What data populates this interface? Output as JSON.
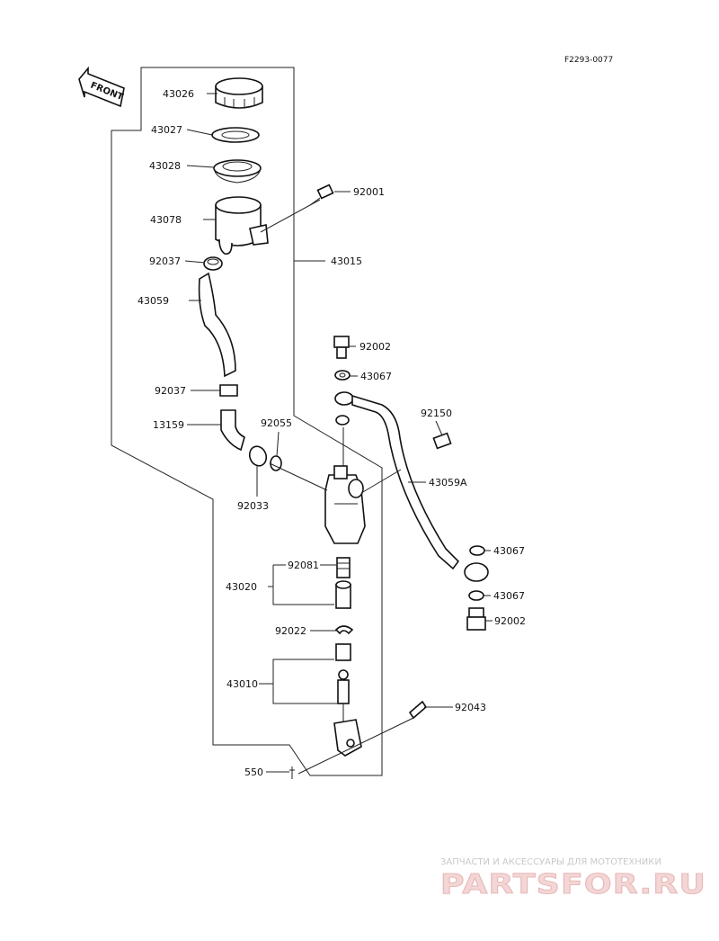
{
  "figure_code": "F2293-0077",
  "front_label": "FRONT",
  "parts": {
    "p43026": "43026",
    "p43027": "43027",
    "p43028": "43028",
    "p43078": "43078",
    "p92037_top": "92037",
    "p43059": "43059",
    "p92037_bottom": "92037",
    "p13159": "13159",
    "p92001": "92001",
    "p43015": "43015",
    "p92002_top": "92002",
    "p43067_top": "43067",
    "p92150": "92150",
    "p43059A": "43059A",
    "p92055": "92055",
    "p92033": "92033",
    "p43067_mid": "43067",
    "p43067_low": "43067",
    "p92002_low": "92002",
    "p43020": "43020",
    "p92081": "92081",
    "p92022": "92022",
    "p43010": "43010",
    "p92043": "92043",
    "p550": "550"
  },
  "watermark": {
    "tagline": "ЗАПЧАСТИ И АКСЕССУАРЫ ДЛЯ МОТОТЕХНИКИ",
    "brand": "PARTSFOR.RU"
  }
}
